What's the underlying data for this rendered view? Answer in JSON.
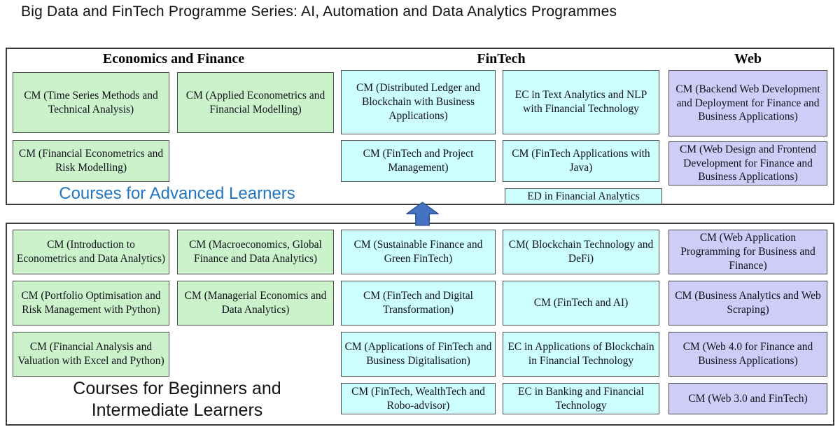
{
  "title": "Big Data and FinTech Programme Series: AI, Automation and Data Analytics Programmes",
  "colors": {
    "economics": "#CBF2CB",
    "fintech": "#CCFEFE",
    "web": "#CDCDF8",
    "arrow": "#4472C4",
    "arrow_border": "#2F528F",
    "advanced_label": "#1F76BF",
    "panel_border": "#3B3B3B",
    "box_border": "#4A4A4A"
  },
  "columns": [
    {
      "label": "Economics and Finance"
    },
    {
      "label": "FinTech"
    },
    {
      "label": "Web"
    }
  ],
  "arrow_icon": "up-block-arrow",
  "advanced": {
    "label": "Courses for Advanced Learners",
    "courses": [
      {
        "category": "economics",
        "label": "CM (Time Series Methods and Technical Analysis)"
      },
      {
        "category": "economics",
        "label": "CM (Applied Econometrics and Financial Modelling)"
      },
      {
        "category": "economics",
        "label": "CM (Financial Econometrics and Risk Modelling)"
      },
      {
        "category": "fintech",
        "label": "CM (Distributed Ledger and Blockchain with Business Applications)"
      },
      {
        "category": "fintech",
        "label": "EC in Text Analytics and NLP with Financial Technology"
      },
      {
        "category": "fintech",
        "label": "CM (FinTech and Project Management)"
      },
      {
        "category": "fintech",
        "label": "CM (FinTech Applications with Java)"
      },
      {
        "category": "fintech",
        "label": "ED in Financial Analytics"
      },
      {
        "category": "web",
        "label": "CM (Backend Web Development and Deployment for Finance and Business Applications)"
      },
      {
        "category": "web",
        "label": "CM (Web Design and Frontend Development for Finance and Business Applications)"
      }
    ]
  },
  "beginner": {
    "label_line1": "Courses for Beginners and",
    "label_line2": "Intermediate Learners",
    "courses": [
      {
        "category": "economics",
        "label": "CM (Introduction to Econometrics and Data Analytics)"
      },
      {
        "category": "economics",
        "label": "CM (Macroeconomics, Global Finance and Data Analytics)"
      },
      {
        "category": "economics",
        "label": "CM (Portfolio Optimisation and Risk Management with Python)"
      },
      {
        "category": "economics",
        "label": "CM (Managerial Economics and Data Analytics)"
      },
      {
        "category": "economics",
        "label": "CM (Financial Analysis and Valuation with Excel and Python)"
      },
      {
        "category": "fintech",
        "label": "CM (Sustainable Finance and Green FinTech)"
      },
      {
        "category": "fintech",
        "label": "CM( Blockchain Technology and DeFi)"
      },
      {
        "category": "fintech",
        "label": "CM (FinTech and Digital Transformation)"
      },
      {
        "category": "fintech",
        "label": "CM (FinTech and AI)"
      },
      {
        "category": "fintech",
        "label": "CM (Applications of FinTech and Business Digitalisation)"
      },
      {
        "category": "fintech",
        "label": "EC in Applications of Blockchain in Financial Technology"
      },
      {
        "category": "fintech",
        "label": "CM (FinTech, WealthTech and Robo-advisor)"
      },
      {
        "category": "fintech",
        "label": "EC in Banking and Financial Technology"
      },
      {
        "category": "web",
        "label": "CM (Web Application Programming for Business and Finance)"
      },
      {
        "category": "web",
        "label": "CM (Business Analytics and Web Scraping)"
      },
      {
        "category": "web",
        "label": "CM (Web 4.0 for Finance and Business Applications)"
      },
      {
        "category": "web",
        "label": "CM (Web 3.0 and FinTech)"
      }
    ]
  }
}
